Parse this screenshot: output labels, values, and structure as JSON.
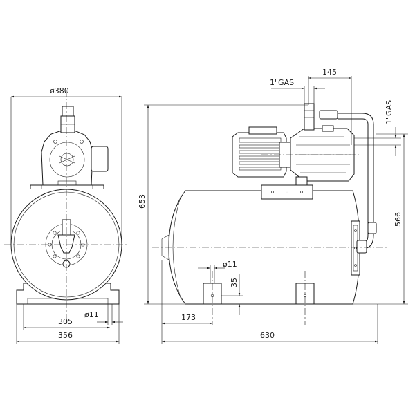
{
  "drawing": {
    "colors": {
      "line": "#1a1a1a",
      "background": "#ffffff"
    },
    "front_view": {
      "dim_diameter": "ø380",
      "dim_hole": "ø11",
      "dim_305": "305",
      "dim_356": "356"
    },
    "side_view": {
      "dim_height_total": "653",
      "dim_height_outlet": "566",
      "dim_offset_top": "145",
      "gas_inlet": "1\"GAS",
      "gas_outlet": "1\"GAS",
      "dim_hole": "ø11",
      "dim_35": "35",
      "dim_173": "173",
      "dim_630": "630"
    }
  }
}
